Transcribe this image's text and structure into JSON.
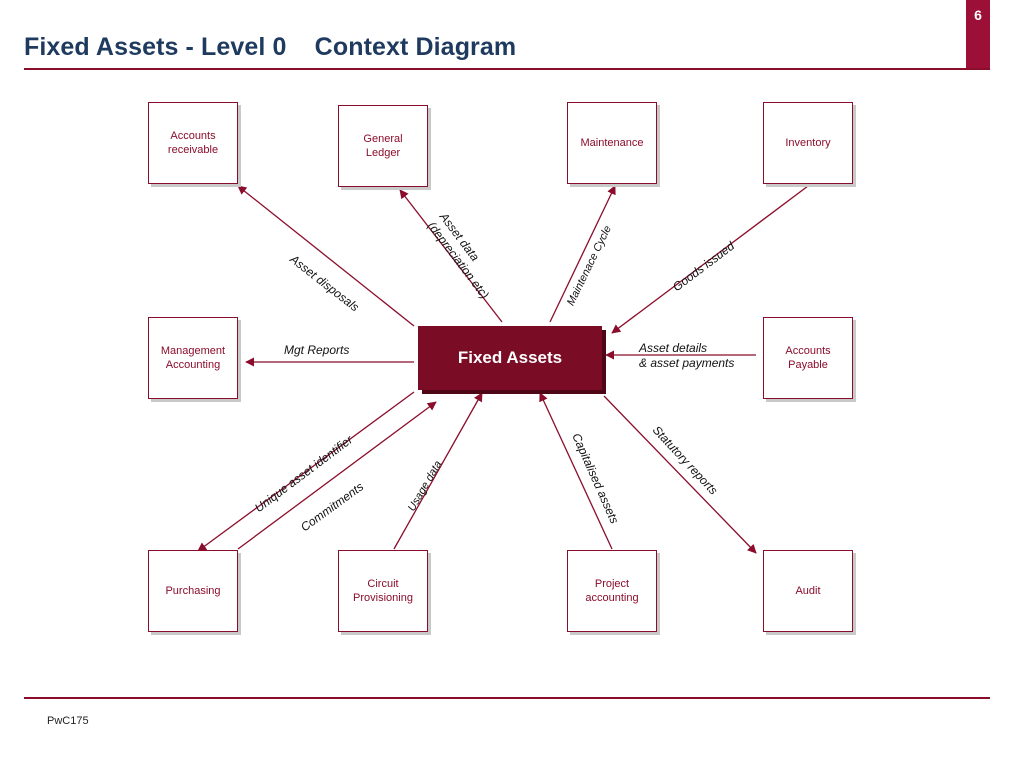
{
  "header": {
    "title": "Fixed Assets - Level 0    Context Diagram",
    "page_number": "6"
  },
  "footer": {
    "text": "PwC175"
  },
  "diagram": {
    "center": "Fixed Assets",
    "entities": {
      "accounts_receivable": "Accounts\nreceivable",
      "general_ledger": "General\nLedger",
      "maintenance": "Maintenance",
      "inventory": "Inventory",
      "management_accounting": "Management\nAccounting",
      "accounts_payable": "Accounts\nPayable",
      "purchasing": "Purchasing",
      "circuit_provisioning": "Circuit\nProvisioning",
      "project_accounting": "Project\naccounting",
      "audit": "Audit"
    },
    "flows": {
      "asset_disposals": "Asset disposals",
      "asset_data": "Asset data\n(depreciation etc)",
      "maintenance_cycle": "Maintenace Cycle",
      "goods_issued": "Goods issued",
      "mgt_reports": "Mgt Reports",
      "asset_details": "Asset details\n& asset payments",
      "unique_asset_identifier": "Unique asset identifier",
      "commitments": "Commitments",
      "usage_data": "Usage data",
      "capitalised_assets": "Capitalised assets",
      "statutory_reports": "Statutory reports"
    }
  },
  "colors": {
    "accent": "#8b0d2c",
    "title": "#1f3a5f",
    "center_fill": "#7a0c26"
  }
}
